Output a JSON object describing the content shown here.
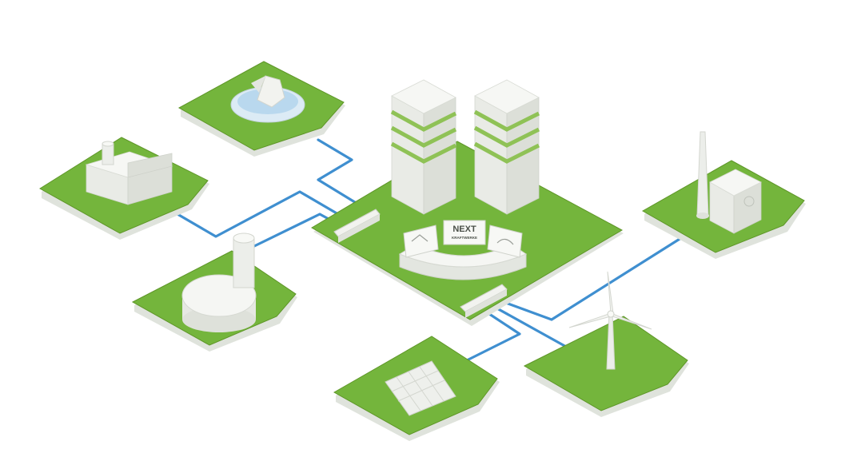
{
  "diagram": {
    "colors": {
      "tile_green": "#74b53c",
      "tile_edge": "#dfe3dc",
      "cable_blue": "#3f8fd0",
      "building_white": "#eef0ec"
    },
    "center": {
      "screen_label_line1": "NEXT",
      "screen_label_line2": "KRAFTWERKE",
      "buildings": [
        "server-tower-left",
        "server-tower-right",
        "control-desk"
      ]
    },
    "nodes": [
      "biogas-plant-tile",
      "industrial-factory-tile",
      "hydro-fountain-tile",
      "power-plant-chimney-tile",
      "wind-turbine-tile",
      "solar-panel-tile"
    ]
  }
}
